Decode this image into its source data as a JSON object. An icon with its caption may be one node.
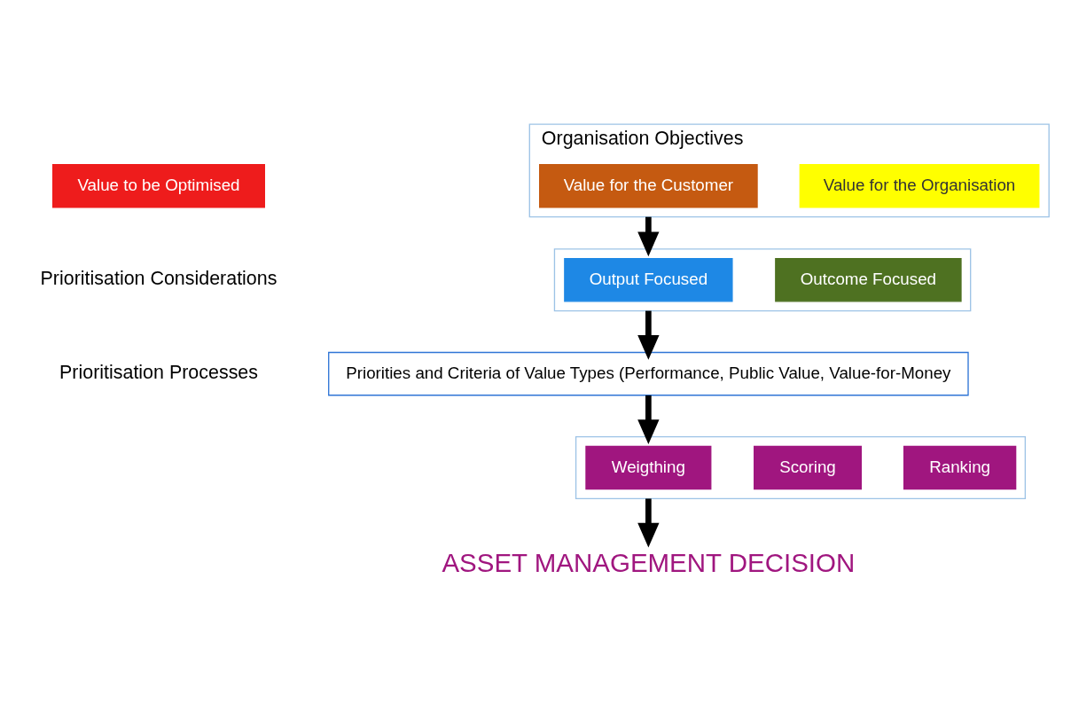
{
  "diagram": {
    "nodes": [
      {
        "text": [
          "Value to be Optimised"
        ]
      },
      {
        "text": [
          "Organisation Objectives"
        ]
      },
      {
        "text": [
          "Value for the Customer"
        ],
        "in": 1
      },
      {
        "text": [
          "Value for the Organisation"
        ],
        "in": 1
      },
      {
        "text": [],
        "shape": "box"
      },
      {
        "text": [
          "Output Focused"
        ],
        "in": 4
      },
      {
        "text": [
          "Outcome Focused"
        ],
        "in": 4
      },
      {
        "text": [
          "Priorities and Criteria of Value Types (Performance, Public Value, Value-for-Money"
        ]
      },
      {
        "text": [],
        "shape": "box"
      },
      {
        "text": [
          "Weigthing"
        ],
        "in": 8
      },
      {
        "text": [
          "Scoring"
        ],
        "in": 8
      },
      {
        "text": [
          "Ranking"
        ],
        "in": 8
      },
      {
        "text": [
          "ASSET MANAGEMENT DECISION"
        ]
      }
    ],
    "edges": [
      {
        "from": 1,
        "to": 4,
        "arrow": "to"
      },
      {
        "from": 4,
        "to": 7,
        "arrow": "to"
      },
      {
        "from": 7,
        "to": 8,
        "arrow": "to"
      },
      {
        "from": 8,
        "to": 12,
        "arrow": "to"
      }
    ],
    "labels": [
      "Prioritisation Considerations",
      "Prioritisation Processes"
    ]
  }
}
